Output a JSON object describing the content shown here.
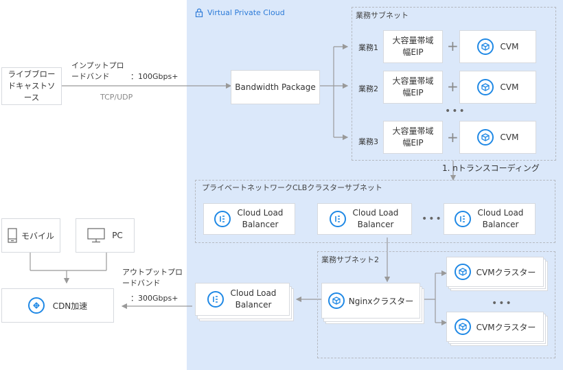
{
  "vpc": {
    "title": "Virtual Private Cloud"
  },
  "source": {
    "label": "ライブブロードキャストソース"
  },
  "input": {
    "label": "インプットプロードバンド",
    "value": "：100Gbps+",
    "protocol": "TCP/UDP"
  },
  "bandwidth_package": {
    "label": "Bandwidth Package"
  },
  "business_subnet": {
    "title": "業務サブネット",
    "rows": [
      {
        "name": "業務1",
        "eip": "大容量帯域幅EIP",
        "cvm": "CVM"
      },
      {
        "name": "業務2",
        "eip": "大容量帯域幅EIP",
        "cvm": "CVM"
      },
      {
        "name": "業務3",
        "eip": "大容量帯域幅EIP",
        "cvm": "CVM"
      }
    ],
    "plus": "+",
    "ellipsis": "•••"
  },
  "transcode_label": "1. nトランスコーディング",
  "clb_subnet": {
    "title": "プライベートネットワークCLBクラスターサブネット",
    "items": [
      "Cloud Load Balancer",
      "Cloud Load Balancer",
      "Cloud Load Balancer"
    ],
    "ellipsis": "•••"
  },
  "business_subnet2": {
    "title": "業務サブネット2",
    "nginx": "Nginxクラスター",
    "cvm_clusters": [
      "CVMクラスター",
      "CVMクラスター"
    ],
    "ellipsis": "•••"
  },
  "output_clb": {
    "label": "Cloud Load Balancer"
  },
  "output": {
    "label": "アウトプットプロードバンド",
    "value": "：300Gbps+"
  },
  "clients": {
    "mobile": "モバイル",
    "pc": "PC"
  },
  "cdn": {
    "label": "CDN加速"
  },
  "colors": {
    "accent": "#1e88e5",
    "vpc_bg": "#dbe8fa",
    "line": "#999999"
  }
}
